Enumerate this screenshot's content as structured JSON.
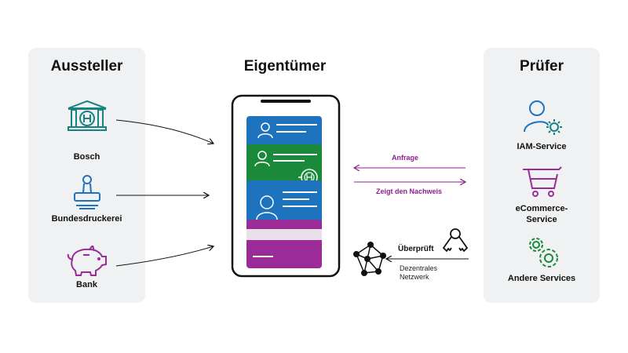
{
  "issuer": {
    "heading": "Aussteller",
    "items": [
      {
        "label": "Bosch",
        "icon": "bank-building-icon"
      },
      {
        "label": "Bundesdruckerei",
        "icon": "stamp-icon"
      },
      {
        "label": "Bank",
        "icon": "piggy-bank-icon"
      }
    ]
  },
  "owner": {
    "heading": "Eigentümer",
    "cards": [
      {
        "color": "#1e73be",
        "icon": "person-icon"
      },
      {
        "color": "#1a8a3a",
        "icon": "person-icon"
      },
      {
        "color": "#1e73be",
        "icon": "person-icon"
      },
      {
        "color": "#9b2c97",
        "icon": "card-icon"
      }
    ]
  },
  "verifier": {
    "heading": "Prüfer",
    "items": [
      {
        "label": "IAM-Service",
        "icon": "user-gear-icon"
      },
      {
        "label_line1": "eCommerce-",
        "label_line2": "Service",
        "icon": "shopping-cart-icon"
      },
      {
        "label": "Andere Services",
        "icon": "gears-icon"
      }
    ]
  },
  "flows": {
    "request": "Anfrage",
    "proof": "Zeigt den Nachweis",
    "verify": "Überprüft",
    "network_line1": "Dezentrales",
    "network_line2": "Netzwerk"
  },
  "colors": {
    "green": "#18837e",
    "blue": "#1e73be",
    "purple": "#9b2c97",
    "panel": "#eff1f2"
  }
}
